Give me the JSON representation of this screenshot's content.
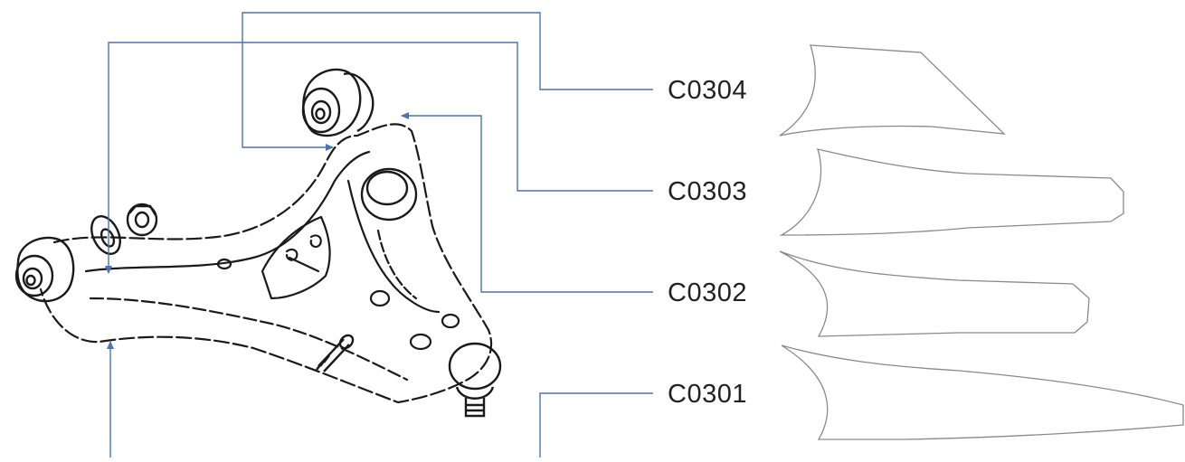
{
  "diagram": {
    "labels": [
      "C0304",
      "C0303",
      "C0302",
      "C0301"
    ],
    "colors": {
      "leader_line": "#4a74b4",
      "drawing_ink": "#1a1a1a",
      "profile_outline": "#8a8a8a",
      "label_text": "#222222"
    },
    "icons": [
      "control-arm-drawing",
      "bushing-icon",
      "nut-icon",
      "ball-joint-icon",
      "bolt-icon"
    ]
  }
}
